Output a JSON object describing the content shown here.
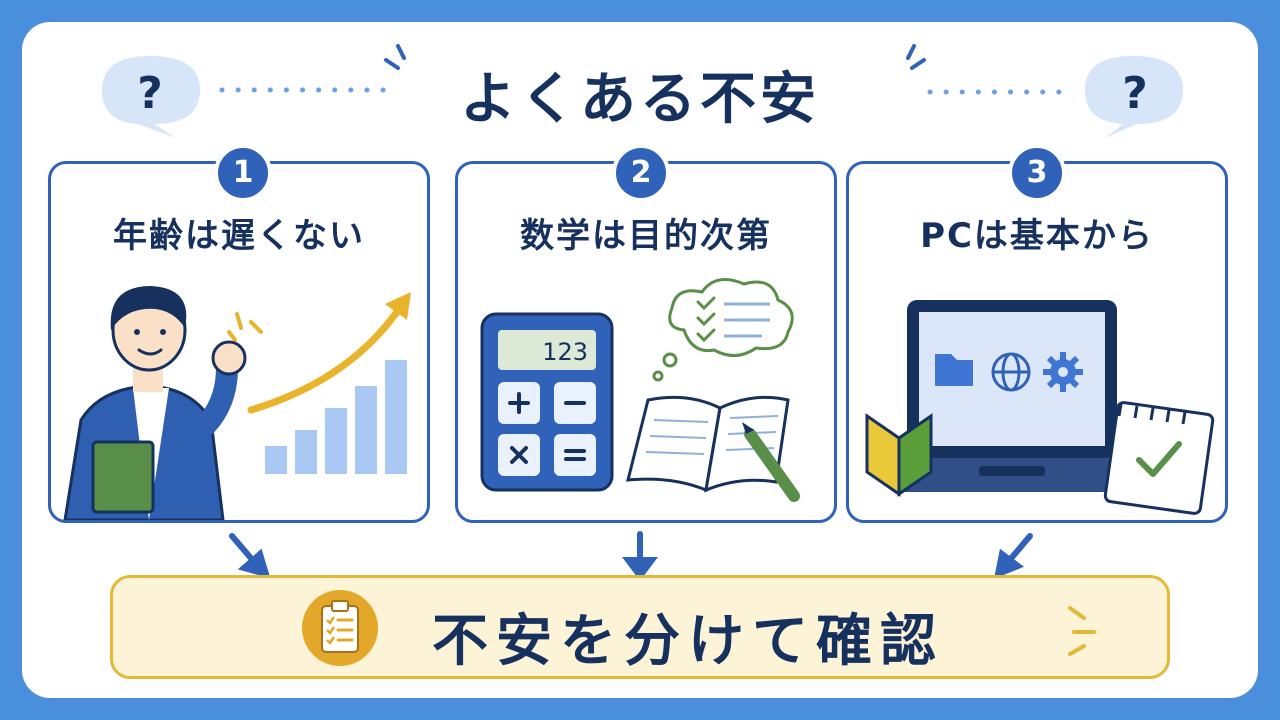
{
  "title": "よくある不安",
  "cards": [
    {
      "number": "1",
      "title": "年齢は遅くない"
    },
    {
      "number": "2",
      "title": "数学は目的次第",
      "calculator_display": "123"
    },
    {
      "number": "3",
      "title": "PCは基本から"
    }
  ],
  "banner": {
    "text": "不安を分けて確認"
  },
  "colors": {
    "background": "#4a8fdc",
    "navy": "#17315f",
    "blue": "#2f62b8",
    "yellow": "#e3b93a",
    "banner_fill": "#fdf3d6"
  },
  "icons": [
    "question-bubble-icon",
    "person-icon",
    "growth-chart-icon",
    "calculator-icon",
    "notebook-icon",
    "pencil-icon",
    "checklist-cloud-icon",
    "laptop-icon",
    "folder-icon",
    "globe-icon",
    "gear-icon",
    "beginner-mark-icon",
    "check-notepad-icon",
    "clipboard-icon"
  ]
}
